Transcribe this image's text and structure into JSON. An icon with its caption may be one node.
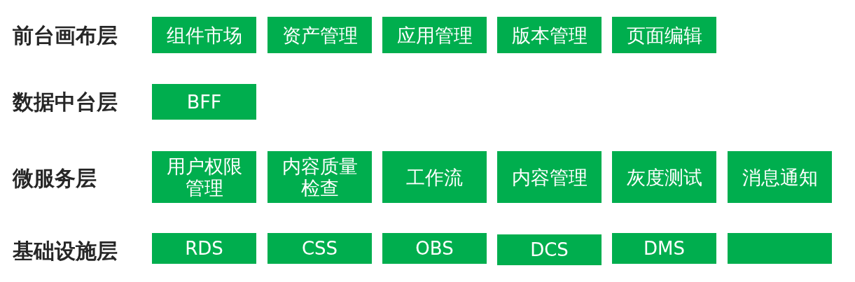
{
  "diagram": {
    "nodes": [
      {
        "text": [
          "组件市场"
        ]
      },
      {
        "text": [
          "资产管理"
        ]
      },
      {
        "text": [
          "应用管理"
        ]
      },
      {
        "text": [
          "版本管理"
        ]
      },
      {
        "text": [
          "页面编辑"
        ]
      },
      {
        "text": [
          "BFF"
        ]
      },
      {
        "text": [
          "用户权限管理"
        ]
      },
      {
        "text": [
          "内容质量检查"
        ]
      },
      {
        "text": [
          "工作流"
        ]
      },
      {
        "text": [
          "内容管理"
        ]
      },
      {
        "text": [
          "灰度测试"
        ]
      },
      {
        "text": [
          "消息通知"
        ]
      },
      {
        "text": [
          "RDS"
        ]
      },
      {
        "text": [
          "CSS"
        ]
      },
      {
        "text": [
          "OBS"
        ]
      },
      {
        "text": [
          "DCS"
        ]
      },
      {
        "text": [
          "DMS"
        ]
      },
      {
        "text": [],
        "shape": "box"
      }
    ],
    "labels": [
      "前台画布层",
      "数据中台层",
      "微服务层",
      "基础设施层"
    ]
  }
}
